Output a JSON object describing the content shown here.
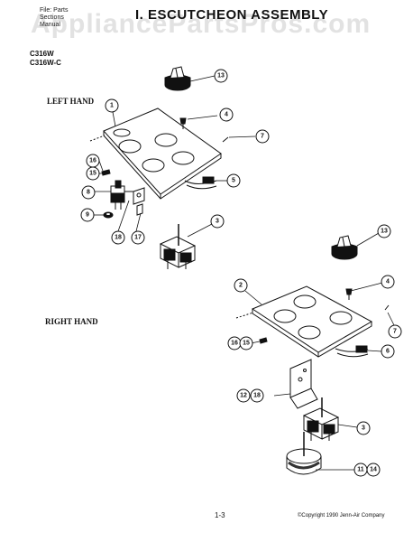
{
  "header": {
    "file_lines": [
      "File: Parts",
      "Sections",
      "Manual"
    ],
    "title": "I. ESCUTCHEON ASSEMBLY",
    "watermark": "AppliancePartsPros.com",
    "models": [
      "C316W",
      "C316W-C"
    ]
  },
  "sections": {
    "left": "LEFT HAND",
    "right": "RIGHT HAND"
  },
  "callouts": {
    "c13a": "13",
    "c1": "1",
    "c4a": "4",
    "c7a": "7",
    "c16a": "16",
    "c15a": "15",
    "c8": "8",
    "c9": "9",
    "c18a": "18",
    "c17": "17",
    "c5": "5",
    "c3a": "3",
    "c13b": "13",
    "c4b": "4",
    "c2": "2",
    "c7b": "7",
    "c6": "6",
    "c16b": "16",
    "c15b": "15",
    "c12": "12",
    "c18b": "18",
    "c3b": "3",
    "c11": "11",
    "c14": "14"
  },
  "footer": {
    "page": "1-3",
    "copyright": "©Copyright 1990 Jenn-Air Company"
  }
}
